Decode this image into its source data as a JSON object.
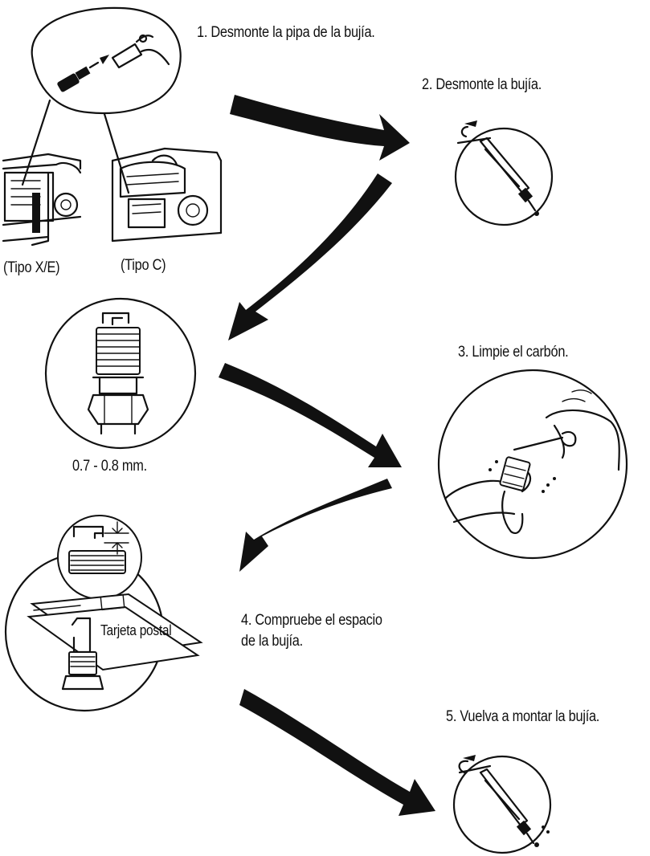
{
  "steps": {
    "step1": "1. Desmonte la pipa de la bujía.",
    "step2": "2. Desmonte la bujía.",
    "step3": "3. Limpie el carbón.",
    "step4_line1": "4. Compruebe el espacio",
    "step4_line2": "de la bujía.",
    "step5": "5. Vuelva a montar la bujía."
  },
  "labels": {
    "type_xe": "(Tipo X/E)",
    "type_c": "(Tipo C)",
    "gap": "0.7 - 0.8 mm.",
    "postcard": "Tarjeta postal"
  }
}
